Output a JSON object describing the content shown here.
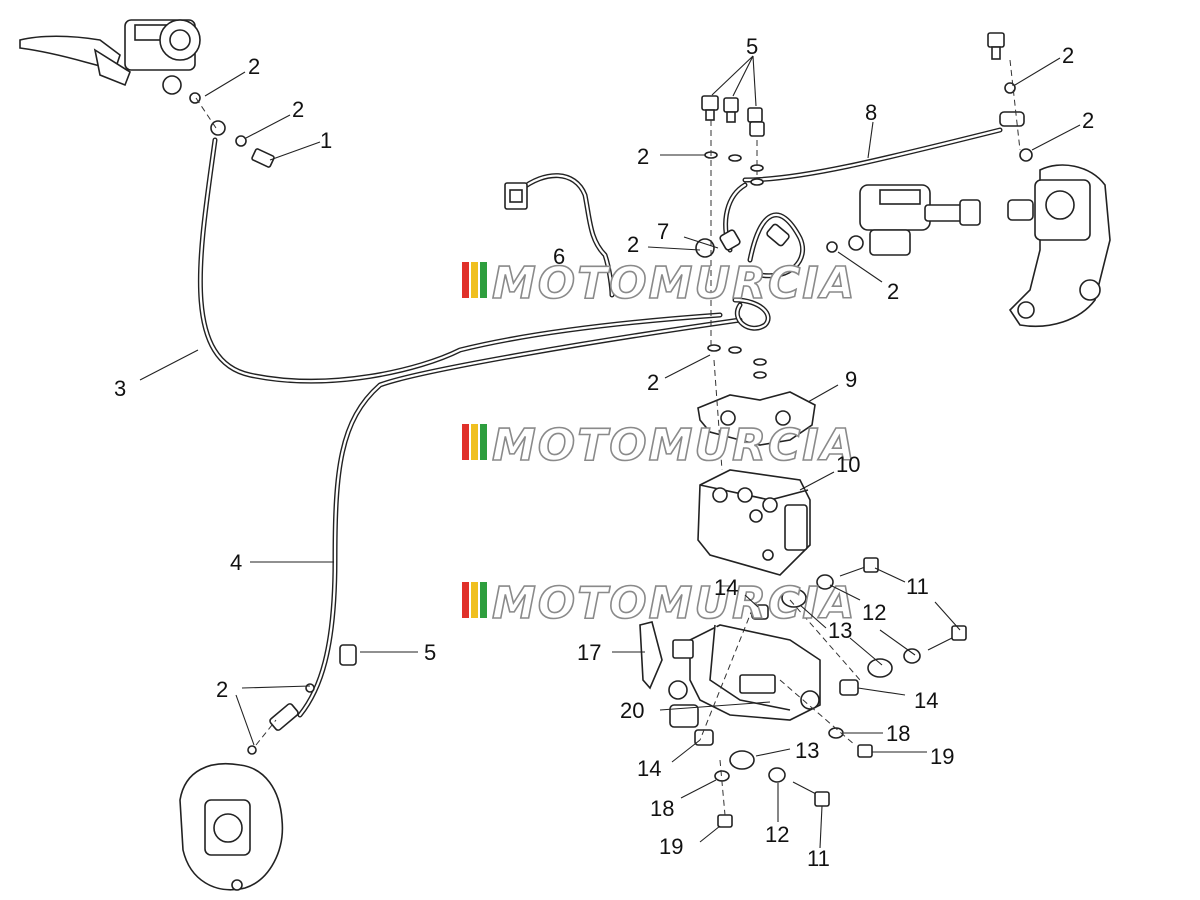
{
  "watermark": {
    "text": "MOTOMURCIA",
    "stripe_colors": [
      "#e0302a",
      "#f0c020",
      "#2e9e3e"
    ]
  },
  "labels": [
    {
      "id": "l1",
      "text": "1"
    },
    {
      "id": "l2a",
      "text": "2"
    },
    {
      "id": "l2b",
      "text": "2"
    },
    {
      "id": "l2c",
      "text": "2"
    },
    {
      "id": "l2d",
      "text": "2"
    },
    {
      "id": "l2e",
      "text": "2"
    },
    {
      "id": "l2f",
      "text": "2"
    },
    {
      "id": "l2g",
      "text": "2"
    },
    {
      "id": "l2h",
      "text": "2"
    },
    {
      "id": "l2i",
      "text": "2"
    },
    {
      "id": "l3",
      "text": "3"
    },
    {
      "id": "l4",
      "text": "4"
    },
    {
      "id": "l5a",
      "text": "5"
    },
    {
      "id": "l5b",
      "text": "5"
    },
    {
      "id": "l6",
      "text": "6"
    },
    {
      "id": "l7",
      "text": "7"
    },
    {
      "id": "l8",
      "text": "8"
    },
    {
      "id": "l9",
      "text": "9"
    },
    {
      "id": "l10",
      "text": "10"
    },
    {
      "id": "l11a",
      "text": "11"
    },
    {
      "id": "l11b",
      "text": "11"
    },
    {
      "id": "l12a",
      "text": "12"
    },
    {
      "id": "l12b",
      "text": "12"
    },
    {
      "id": "l13a",
      "text": "13"
    },
    {
      "id": "l13b",
      "text": "13"
    },
    {
      "id": "l14a",
      "text": "14"
    },
    {
      "id": "l14b",
      "text": "14"
    },
    {
      "id": "l14c",
      "text": "14"
    },
    {
      "id": "l17",
      "text": "17"
    },
    {
      "id": "l18a",
      "text": "18"
    },
    {
      "id": "l18b",
      "text": "18"
    },
    {
      "id": "l19a",
      "text": "19"
    },
    {
      "id": "l19b",
      "text": "19"
    },
    {
      "id": "l20",
      "text": "20"
    }
  ]
}
